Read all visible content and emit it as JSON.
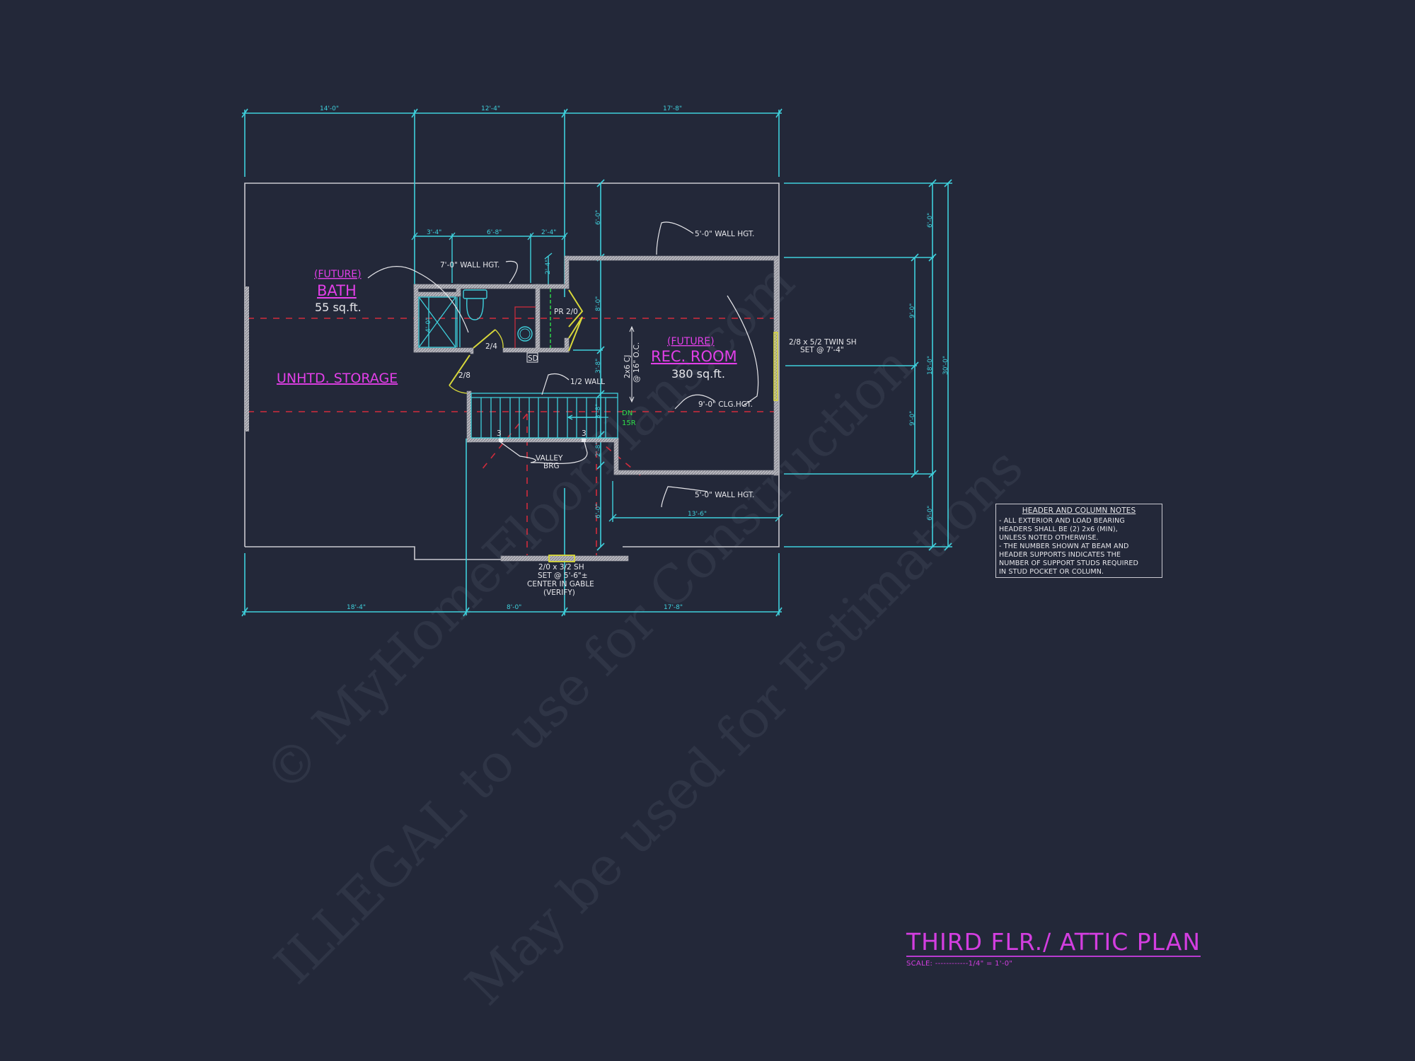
{
  "plan": {
    "title": "THIRD FLR./ ATTIC PLAN",
    "scale_label": "SCALE: ------------1/4\" = 1'-0\"",
    "colors": {
      "background": "#232839",
      "dimension": "#3fd0dc",
      "wall": "#c9c9cf",
      "room_label": "#e23fe8",
      "door_window": "#d8d83a",
      "ridge_line": "#d22c3c",
      "stair_note": "#2fe04a",
      "watermark": "#3a3f52"
    }
  },
  "rooms": [
    {
      "prefix": "(FUTURE)",
      "name": "BATH",
      "area": "55 sq.ft."
    },
    {
      "prefix": "(FUTURE)",
      "name": "REC. ROOM",
      "area": "380 sq.ft."
    },
    {
      "prefix": "",
      "name": "UNHTD. STORAGE",
      "area": ""
    }
  ],
  "dimensions": {
    "top": [
      "14'-0\"",
      "12'-4\"",
      "17'-8\""
    ],
    "bottom": [
      "18'-4\"",
      "8'-0\"",
      "17'-8\""
    ],
    "bath_top": [
      "3'-4\"",
      "6'-8\"",
      "2'-4\""
    ],
    "bath_vertical": [
      "2'-4\"",
      "4'-0\""
    ],
    "center_vertical": [
      "6'-0\"",
      "8'-0\"",
      "3'-8\"",
      "3'-8\"",
      "2'-8\"",
      "6'-0\""
    ],
    "right_inner": [
      "9'-0\"",
      "9'-0\""
    ],
    "right_middle": [
      "6'-0\"",
      "18'-0\"",
      "6'-0\""
    ],
    "right_overall": "30'-0\"",
    "rec_bottom": "13'-6\""
  },
  "annotations": {
    "wall_hgt_7": "7'-0\" WALL HGT.",
    "wall_hgt_5_top": "5'-0\" WALL HGT.",
    "wall_hgt_5_bottom": "5'-0\" WALL HGT.",
    "clg_hgt": "9'-0\" CLG.HGT.",
    "half_wall": "1/2 WALL",
    "valley_brg_1": "VALLEY",
    "valley_brg_2": "BRG",
    "cj_1": "2x6 CJ",
    "cj_2": "@ 16\" O.C.",
    "stair_dn": "DN",
    "stair_risers": "15R",
    "post_left": "3",
    "post_right": "3",
    "door_pr": "PR 2/0",
    "door_bath": "2/4",
    "door_storage": "2/8",
    "smoke_detector": "SD",
    "window_right_1": "2/8 x 5/2 TWIN SH",
    "window_right_2": "SET @ 7'-4\"",
    "window_bottom_1": "2/0 x 3/2 SH",
    "window_bottom_2": "SET @ 5'-6\"±",
    "window_bottom_3": "CENTER IN GABLE",
    "window_bottom_4": "(VERIFY)"
  },
  "notes": {
    "title": "HEADER AND COLUMN NOTES",
    "lines": [
      "- ALL EXTERIOR AND LOAD BEARING",
      "HEADERS SHALL BE (2) 2x6 (MIN),",
      "UNLESS NOTED OTHERWISE.",
      "- THE NUMBER SHOWN AT BEAM AND",
      "HEADER SUPPORTS INDICATES THE",
      "NUMBER OF SUPPORT STUDS REQUIRED",
      "IN STUD POCKET OR COLUMN."
    ]
  },
  "watermark": {
    "line1": "© MyHomeFloorPlans.com",
    "line2": "ILLEGAL to use for Construction",
    "line3": "May be used for Estimations"
  }
}
